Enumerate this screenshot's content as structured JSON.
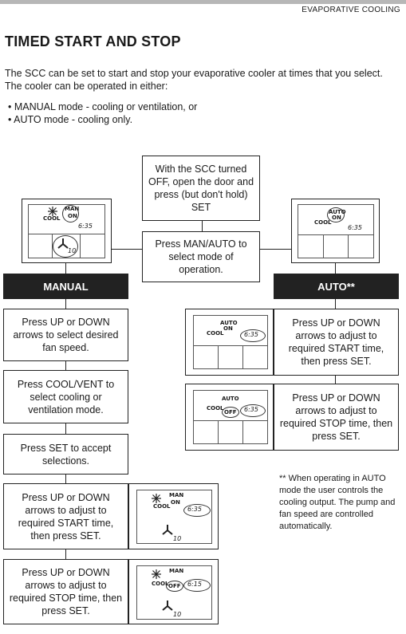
{
  "header": {
    "section": "EVAPORATIVE COOLING"
  },
  "title": "TIMED START AND STOP",
  "intro": "The SCC can be set to start and stop your evaporative cooler at times that you select. The cooler can be operated in either:",
  "bullets": [
    "• MANUAL mode - cooling or ventilation, or",
    "• AUTO mode - cooling only."
  ],
  "flow": {
    "start": "With the SCC turned OFF, open the door and press (but don't hold) SET",
    "select_mode": "Press MAN/AUTO to select mode of operation.",
    "manual_header": "MANUAL",
    "auto_header": "AUTO**",
    "manual_steps": [
      "Press UP or DOWN arrows to select desired fan speed.",
      "Press COOL/VENT to select cooling or ventilation mode.",
      "Press SET to accept selections.",
      "Press UP or DOWN arrows to adjust to required START time, then press SET.",
      "Press UP or DOWN arrows to adjust to required STOP time, then press SET."
    ],
    "auto_steps": [
      "Press UP or DOWN arrows to adjust to required START time, then press SET.",
      "Press UP or DOWN arrows to adjust to required STOP time, then press SET."
    ],
    "note": "** When operating in AUTO mode the user controls the cooling output. The pump and fan speed are controlled automatically."
  },
  "displays": {
    "man": "MAN",
    "auto": "AUTO",
    "on": "ON",
    "off": "OFF",
    "cool": "COOL",
    "time_start": "6:35",
    "time_stop": "6:15",
    "fan_speed": "10",
    "icons": [
      "snowflake-icon",
      "fan-icon"
    ]
  }
}
